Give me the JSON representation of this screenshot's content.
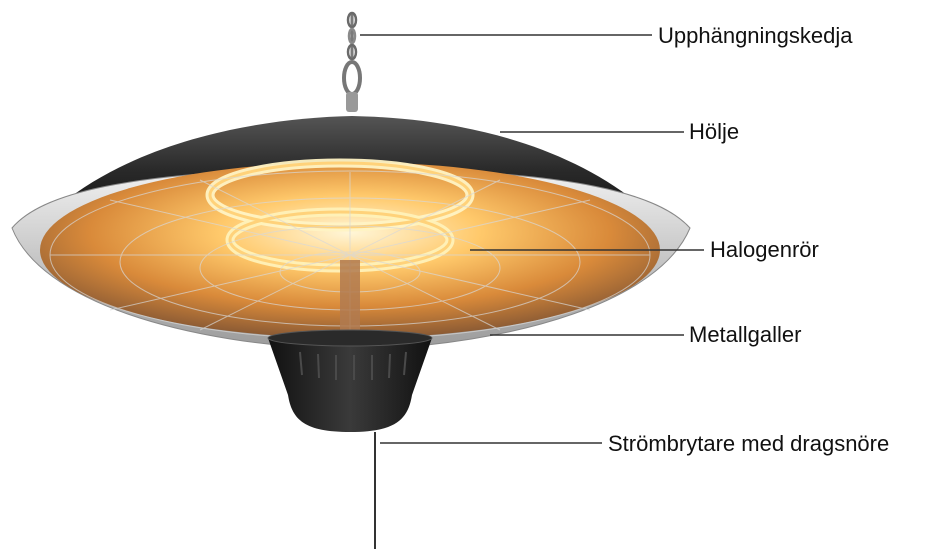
{
  "diagram": {
    "labels": [
      {
        "id": "chain",
        "text": "Upphängningskedja"
      },
      {
        "id": "housing",
        "text": "Hölje"
      },
      {
        "id": "halogen",
        "text": "Halogenrör"
      },
      {
        "id": "grille",
        "text": "Metallgaller"
      },
      {
        "id": "switch",
        "text": "Strömbrytare med dragsnöre"
      }
    ]
  },
  "colors": {
    "housing_dark": "#2b2b2b",
    "rim_silver": "#cfcfcf",
    "glow": "#ffb347",
    "leader_line": "#333333",
    "label_text": "#111111"
  }
}
